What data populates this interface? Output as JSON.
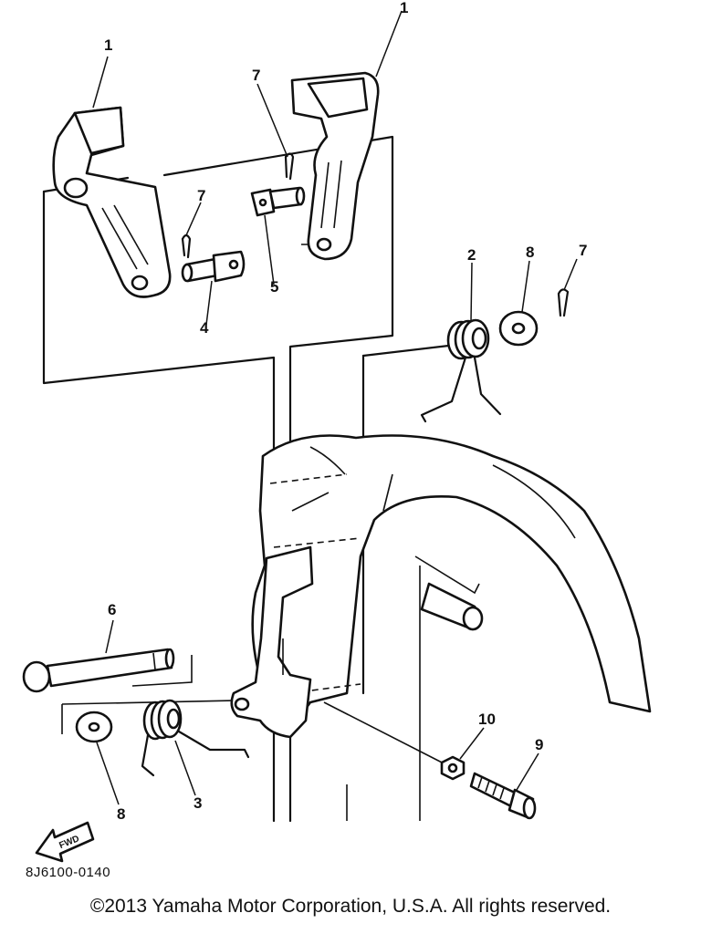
{
  "callouts": {
    "bracket_left": "1",
    "bracket_right": "1",
    "pin_cotter_top": "7",
    "pin_cotter_mid": "7",
    "pin_cotter_right": "7",
    "spring_upper": "2",
    "washer_upper": "8",
    "pin_4": "4",
    "pin_5": "5",
    "shaft": "6",
    "washer_lower": "8",
    "spring_lower": "3",
    "nut": "10",
    "bolt": "9"
  },
  "fwd_label": "FWD",
  "drawing_code": "8J6100-0140",
  "copyright": "©2013 Yamaha Motor Corporation, U.S.A. All rights reserved."
}
